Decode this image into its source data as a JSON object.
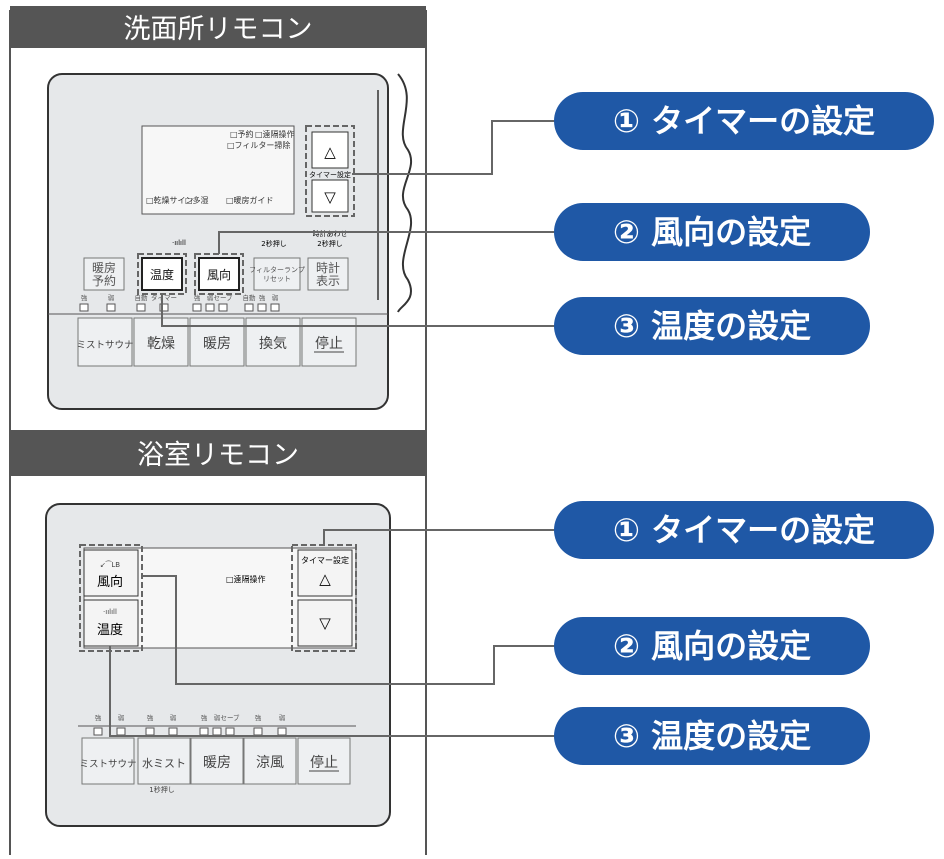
{
  "top": {
    "title": "洗面所リモコン",
    "display": {
      "check1": "□予約",
      "check2": "□遠隔操作",
      "check3": "□フィルター掃除",
      "check4": "□乾燥サイン",
      "check5": "□多湿",
      "check6": "□暖房ガイド"
    },
    "timer_label": "タイマー設定",
    "up": "△",
    "down": "▽",
    "small_buttons": [
      {
        "lines": [
          "暖房",
          "予約"
        ]
      },
      {
        "lines": [
          "温度"
        ]
      },
      {
        "lines": [
          "風向"
        ]
      },
      {
        "lines": [
          "フィルターランプ",
          "リセット"
        ]
      },
      {
        "lines": [
          "時計",
          "表示"
        ]
      }
    ],
    "hint_2sec": "2秒押し",
    "hint_clock": [
      "時計あわせ",
      "2秒押し"
    ],
    "indicators": [
      "強",
      "弱",
      "自動",
      "タイマー",
      "強",
      "弱",
      "セーブ",
      "自動",
      "強",
      "弱"
    ],
    "main_buttons": [
      "ミストサウナ",
      "乾燥",
      "暖房",
      "換気",
      "停止"
    ]
  },
  "bottom": {
    "title": "浴室リモコン",
    "left_buttons": [
      "風向",
      "温度"
    ],
    "remote_op": "□遠隔操作",
    "timer_label": "タイマー設定",
    "up": "△",
    "down": "▽",
    "indicators": [
      "強",
      "弱",
      "強",
      "弱",
      "強",
      "弱",
      "セーブ",
      "強",
      "弱"
    ],
    "main_buttons": [
      "ミストサウナ",
      "水ミスト",
      "暖房",
      "涼風",
      "停止"
    ],
    "hint_1sec": "1秒押し"
  },
  "callouts": [
    "① タイマーの設定",
    "② 風向の設定",
    "③ 温度の設定",
    "① タイマーの設定",
    "② 風向の設定",
    "③ 温度の設定"
  ],
  "colors": {
    "header": "#555555",
    "callout": "#1f58a6",
    "panel": "#e6e8ea"
  }
}
